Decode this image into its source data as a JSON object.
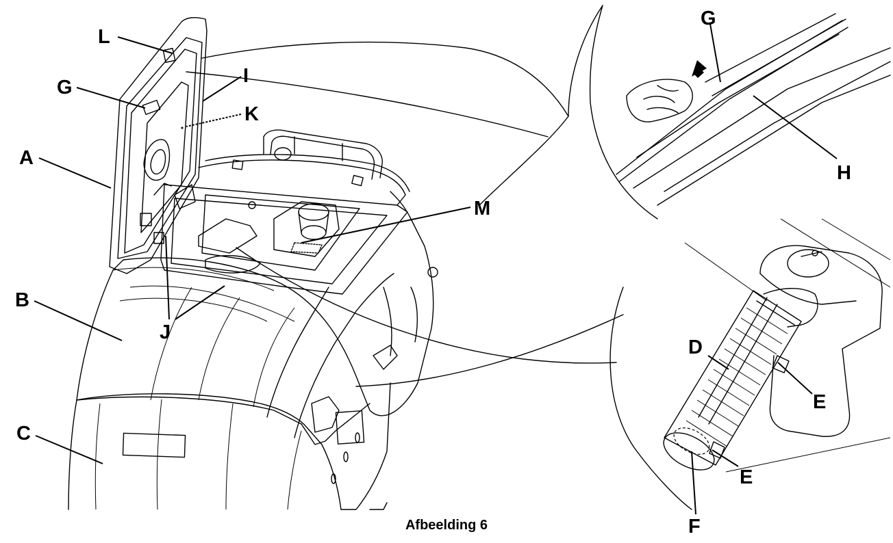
{
  "labels": {
    "L": "L",
    "G": "G",
    "I": "I",
    "K": "K",
    "A": "A",
    "B": "B",
    "C": "C",
    "J": "J",
    "M": "M",
    "G_detail": "G",
    "H": "H",
    "D": "D",
    "E_upper": "E",
    "E_lower": "E",
    "F": "F"
  },
  "caption": "Afbeelding 6"
}
